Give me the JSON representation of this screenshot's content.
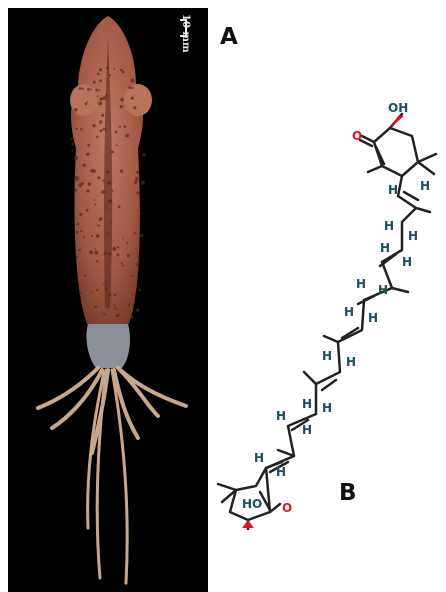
{
  "panels": {
    "a": "A",
    "b": "B"
  },
  "scale_bar": "10 mm",
  "atoms": {
    "hydrogen": "H",
    "oxygen": "O",
    "hydroxyl": "OH",
    "hydroxyl_left": "HO"
  },
  "colors": {
    "photo_bg": "#000000",
    "squid_body": "#a35a44",
    "oxygen": "#e0141e",
    "hydrogen": "#1f4f5a",
    "bond": "#222222"
  },
  "photo_subject": "squid"
}
